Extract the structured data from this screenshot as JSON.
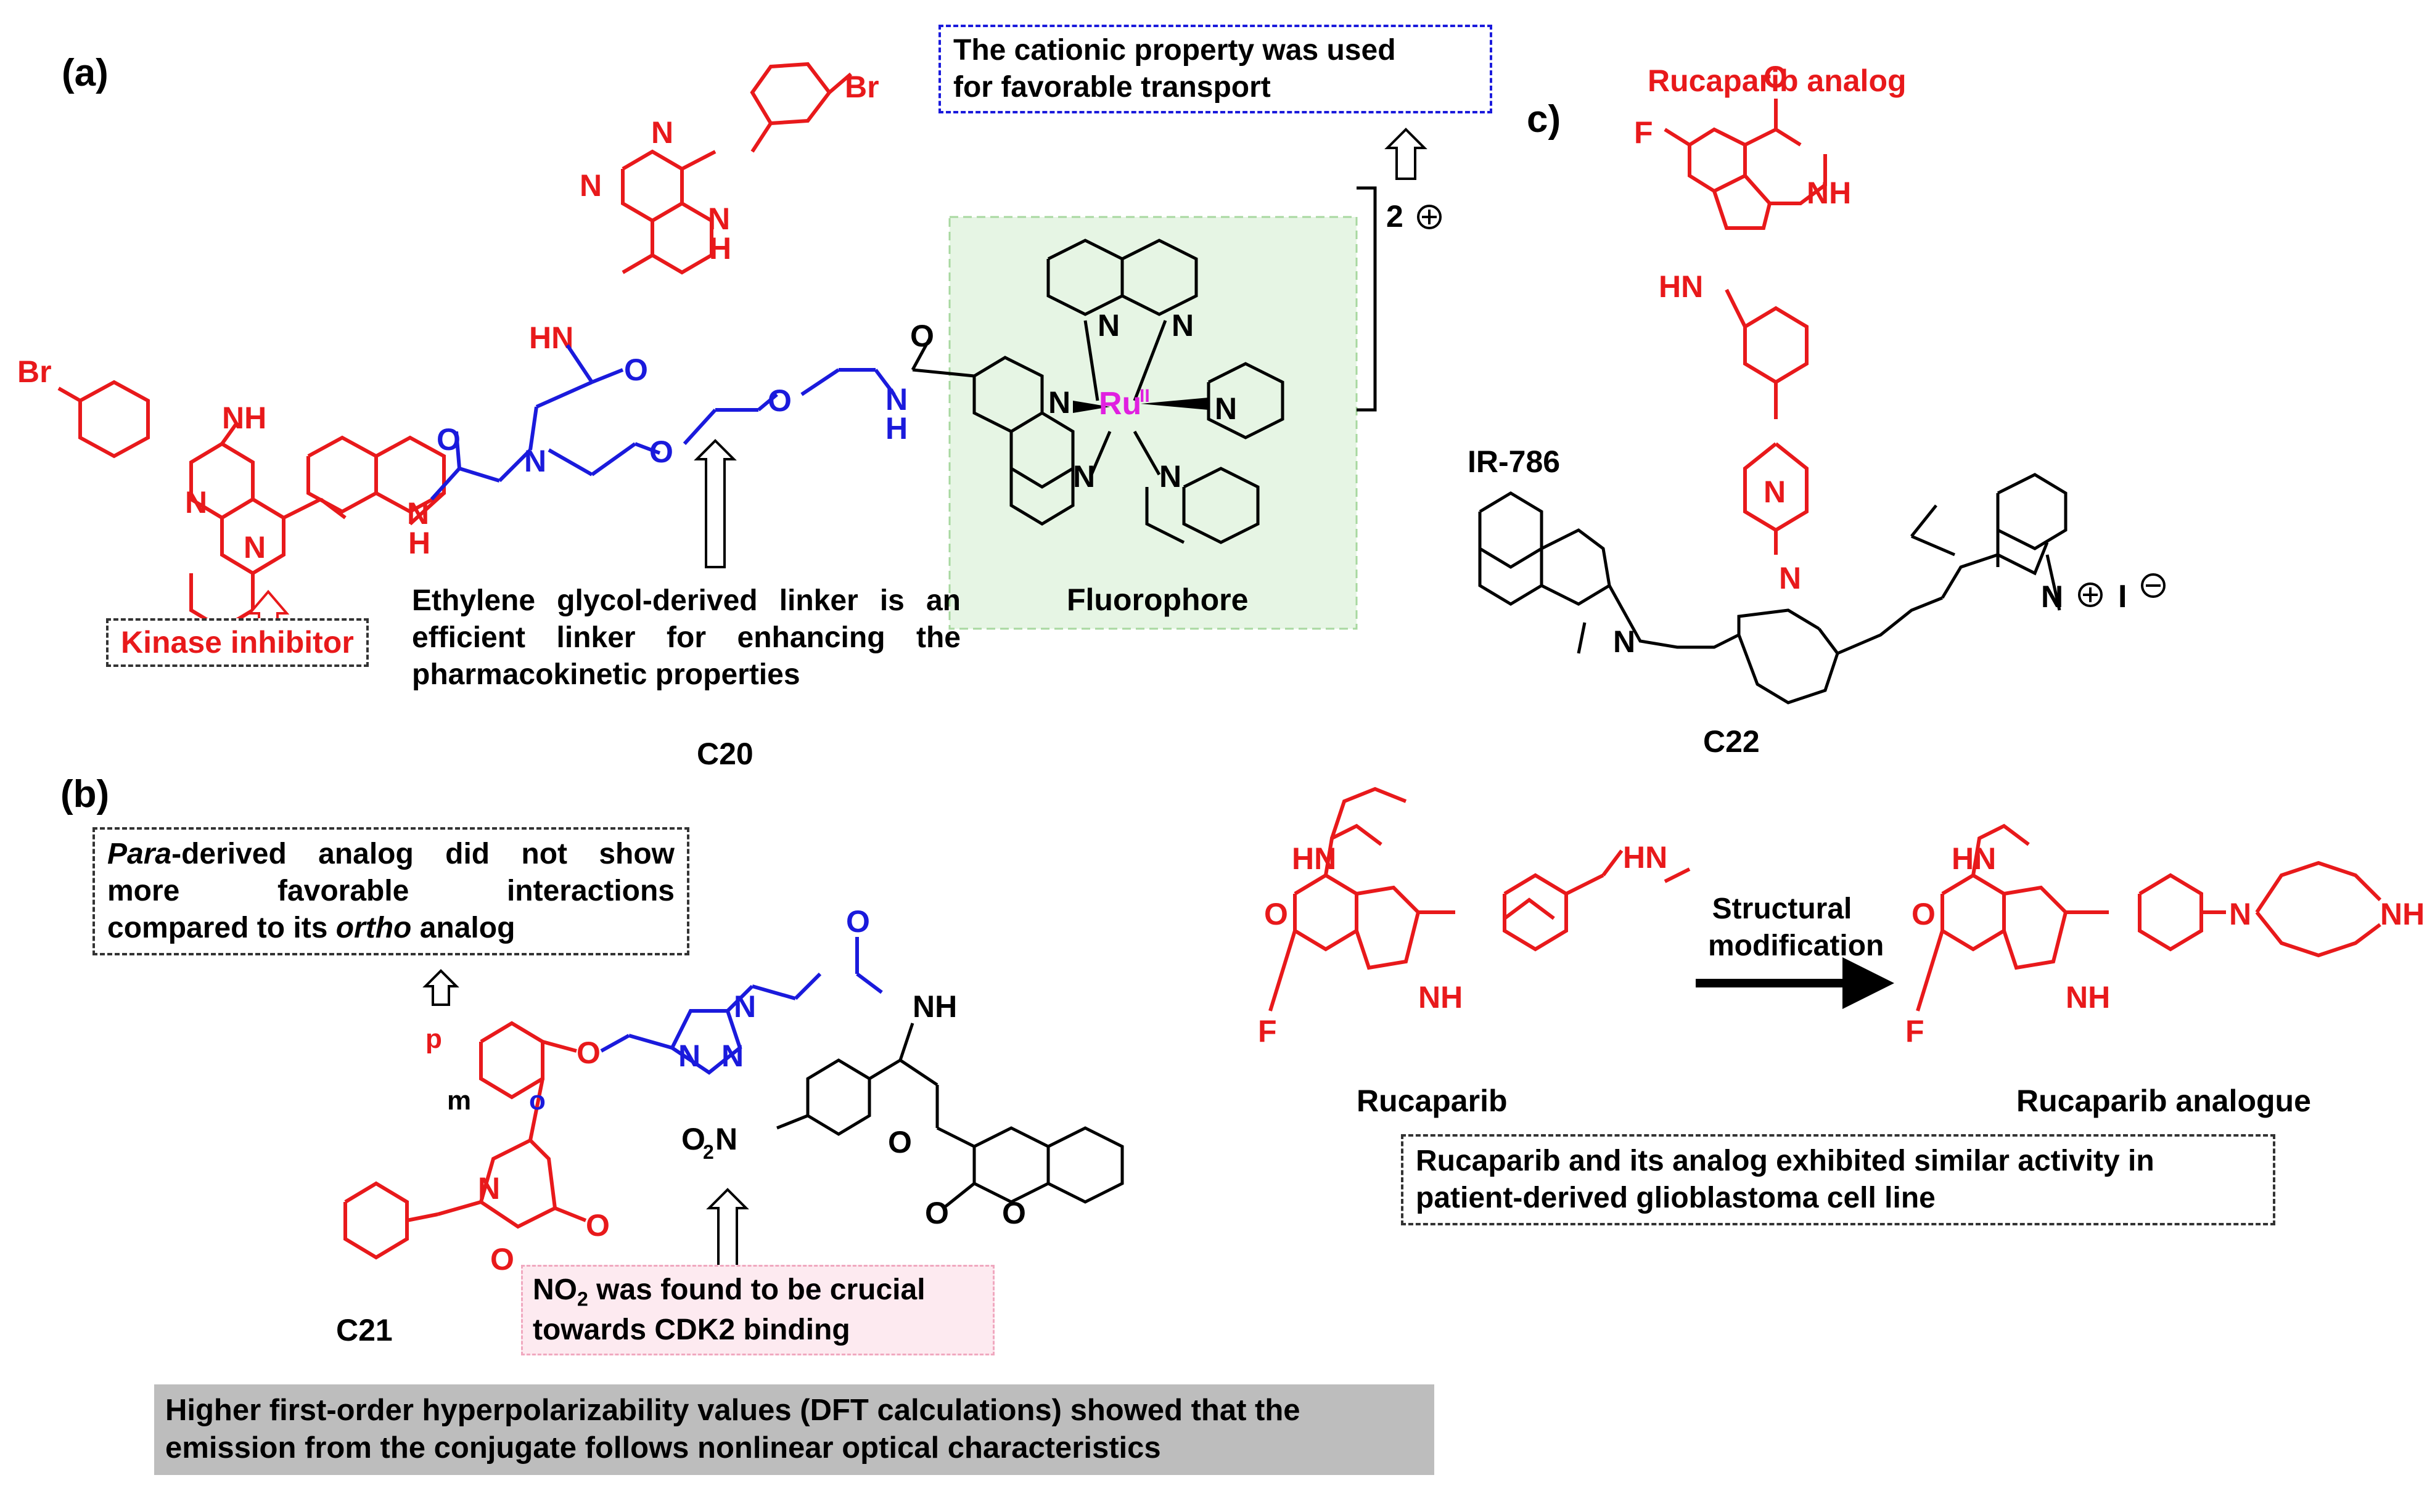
{
  "panels": {
    "a": "(a)",
    "b": "(b)",
    "c": "c)"
  },
  "panel_a": {
    "cationic_note": [
      "The cationic property was used",
      "for favorable transport"
    ],
    "charge": "2",
    "kinase_label": "Kinase inhibitor",
    "linker_note": [
      "Ethylene glycol-derived linker is an",
      "efficient linker for enhancing the",
      "pharmacokinetic properties"
    ],
    "fluorophore_label": "Fluorophore",
    "compound": "C20",
    "atoms": {
      "br": "Br",
      "nh": "NH",
      "hn": "HN",
      "n": "N",
      "o": "O",
      "h": "H",
      "ru": "Ru",
      "ru_ox": "II"
    }
  },
  "panel_b": {
    "para_note_italic1": "Para",
    "para_note_line1": "-derived analog did not show",
    "para_note_line2": "more favorable interactions",
    "para_note_line3_pre": "compared to its ",
    "para_note_italic2": "ortho",
    "para_note_line3_post": " analog",
    "no2_note_pre": "NO",
    "no2_note_sub": "2",
    "no2_note_post": " was found to be crucial",
    "no2_note_line2": "towards CDK2 binding",
    "compound": "C21",
    "dft_note": [
      "Higher first-order hyperpolarizability values (DFT calculations) showed that the",
      "emission from the conjugate follows nonlinear optical characteristics"
    ],
    "positions": {
      "p": "p",
      "m": "m",
      "o": "o"
    },
    "atoms": {
      "o2n": "O",
      "o2n_sub": "2",
      "o2n_n": "N",
      "nh": "NH",
      "n": "N",
      "o": "O"
    }
  },
  "panel_c": {
    "rucaparib_analog_title": "Rucaparib analog",
    "dye_name": "IR-786",
    "compound": "C22",
    "iodide": "I",
    "rucaparib_label": "Rucaparib",
    "arrow_label": [
      "Structural",
      "modification"
    ],
    "analogue_label": "Rucaparib analogue",
    "activity_note": [
      "Rucaparib and its analog exhibited similar activity in",
      "patient-derived glioblastoma cell line"
    ],
    "atoms": {
      "f": "F",
      "o": "O",
      "nh": "NH",
      "hn": "HN",
      "n": "N"
    }
  },
  "colors": {
    "red": "#e8191b",
    "blue": "#1a1adc",
    "magenta": "#e020e0",
    "green_bg": "#e6f5e4",
    "pink_bg": "#fdeaf0",
    "grey_bg": "#bdbdbd"
  },
  "icons": [
    "hollow-up-arrow-icon",
    "solid-right-arrow-icon",
    "cation-circle-plus-icon",
    "anion-circle-minus-icon"
  ]
}
